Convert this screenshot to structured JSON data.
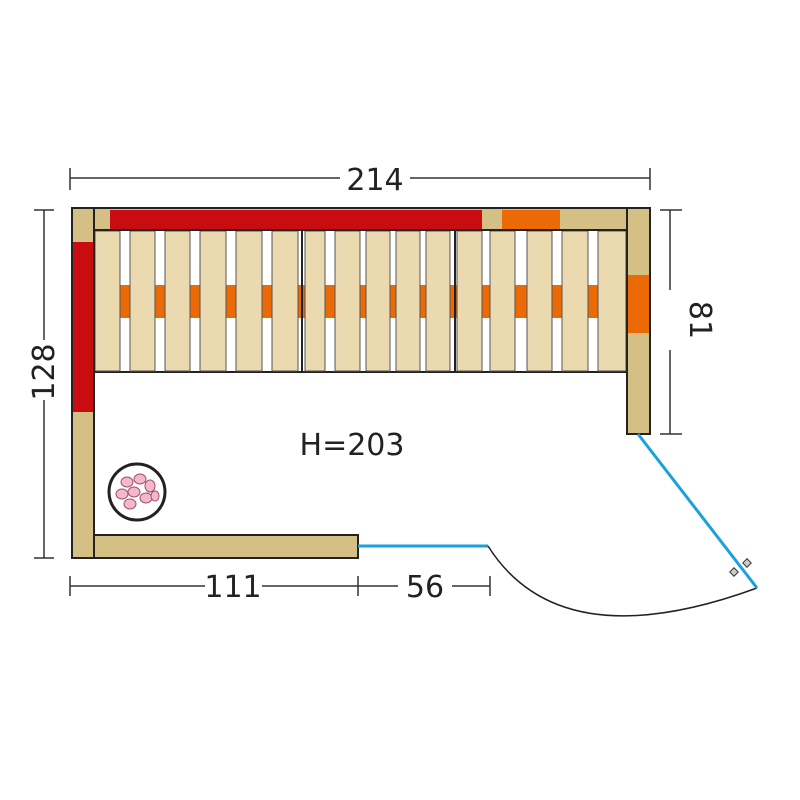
{
  "dimensions": {
    "width": "214",
    "depth": "128",
    "bench_depth": "81",
    "wall_length": "111",
    "glass_width": "56",
    "height": "H=203"
  },
  "colors": {
    "wood": "#d4bf85",
    "slat": "#ebd9b0",
    "heat_red": "#c90c10",
    "heat_orange": "#ec6a06",
    "glass": "#1aa0dc",
    "stones": "#f4b8c8"
  }
}
